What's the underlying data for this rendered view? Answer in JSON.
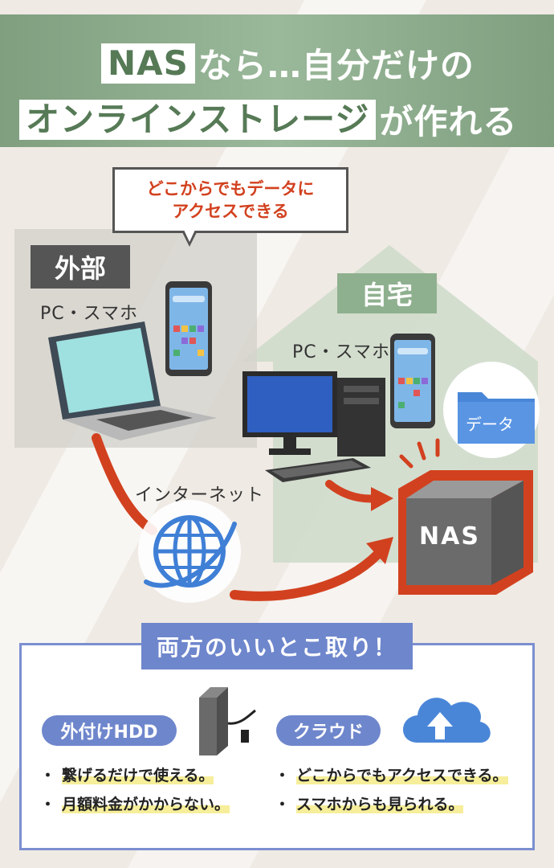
{
  "header": {
    "line1_highlight": "NAS",
    "line1_rest": "なら…自分だけの",
    "line2_highlight": "オンラインストレージ",
    "line2_rest": "が作れる"
  },
  "bubble": {
    "line1": "どこからでもデータに",
    "line2": "アクセスできる"
  },
  "outside": {
    "label": "外部",
    "devices_label": "PC・スマホ"
  },
  "home": {
    "label": "自宅",
    "devices_label": "PC・スマホ"
  },
  "internet_label": "インターネット",
  "nas_label": "NAS",
  "data_label": "データ",
  "bottom": {
    "title": "両方のいいとこ取り！",
    "left": {
      "pill": "外付けHDD",
      "bullets": [
        "繋げるだけで使える。",
        "月額料金がかからない。"
      ]
    },
    "right": {
      "pill": "クラウド",
      "bullets": [
        "どこからでもアクセスできる。",
        "スマホからも見られる。"
      ]
    }
  },
  "colors": {
    "header_green": "#8fb08f",
    "accent_red": "#d2411f",
    "accent_blue": "#6e86cc",
    "nas_gray": "#6b6b6b"
  }
}
